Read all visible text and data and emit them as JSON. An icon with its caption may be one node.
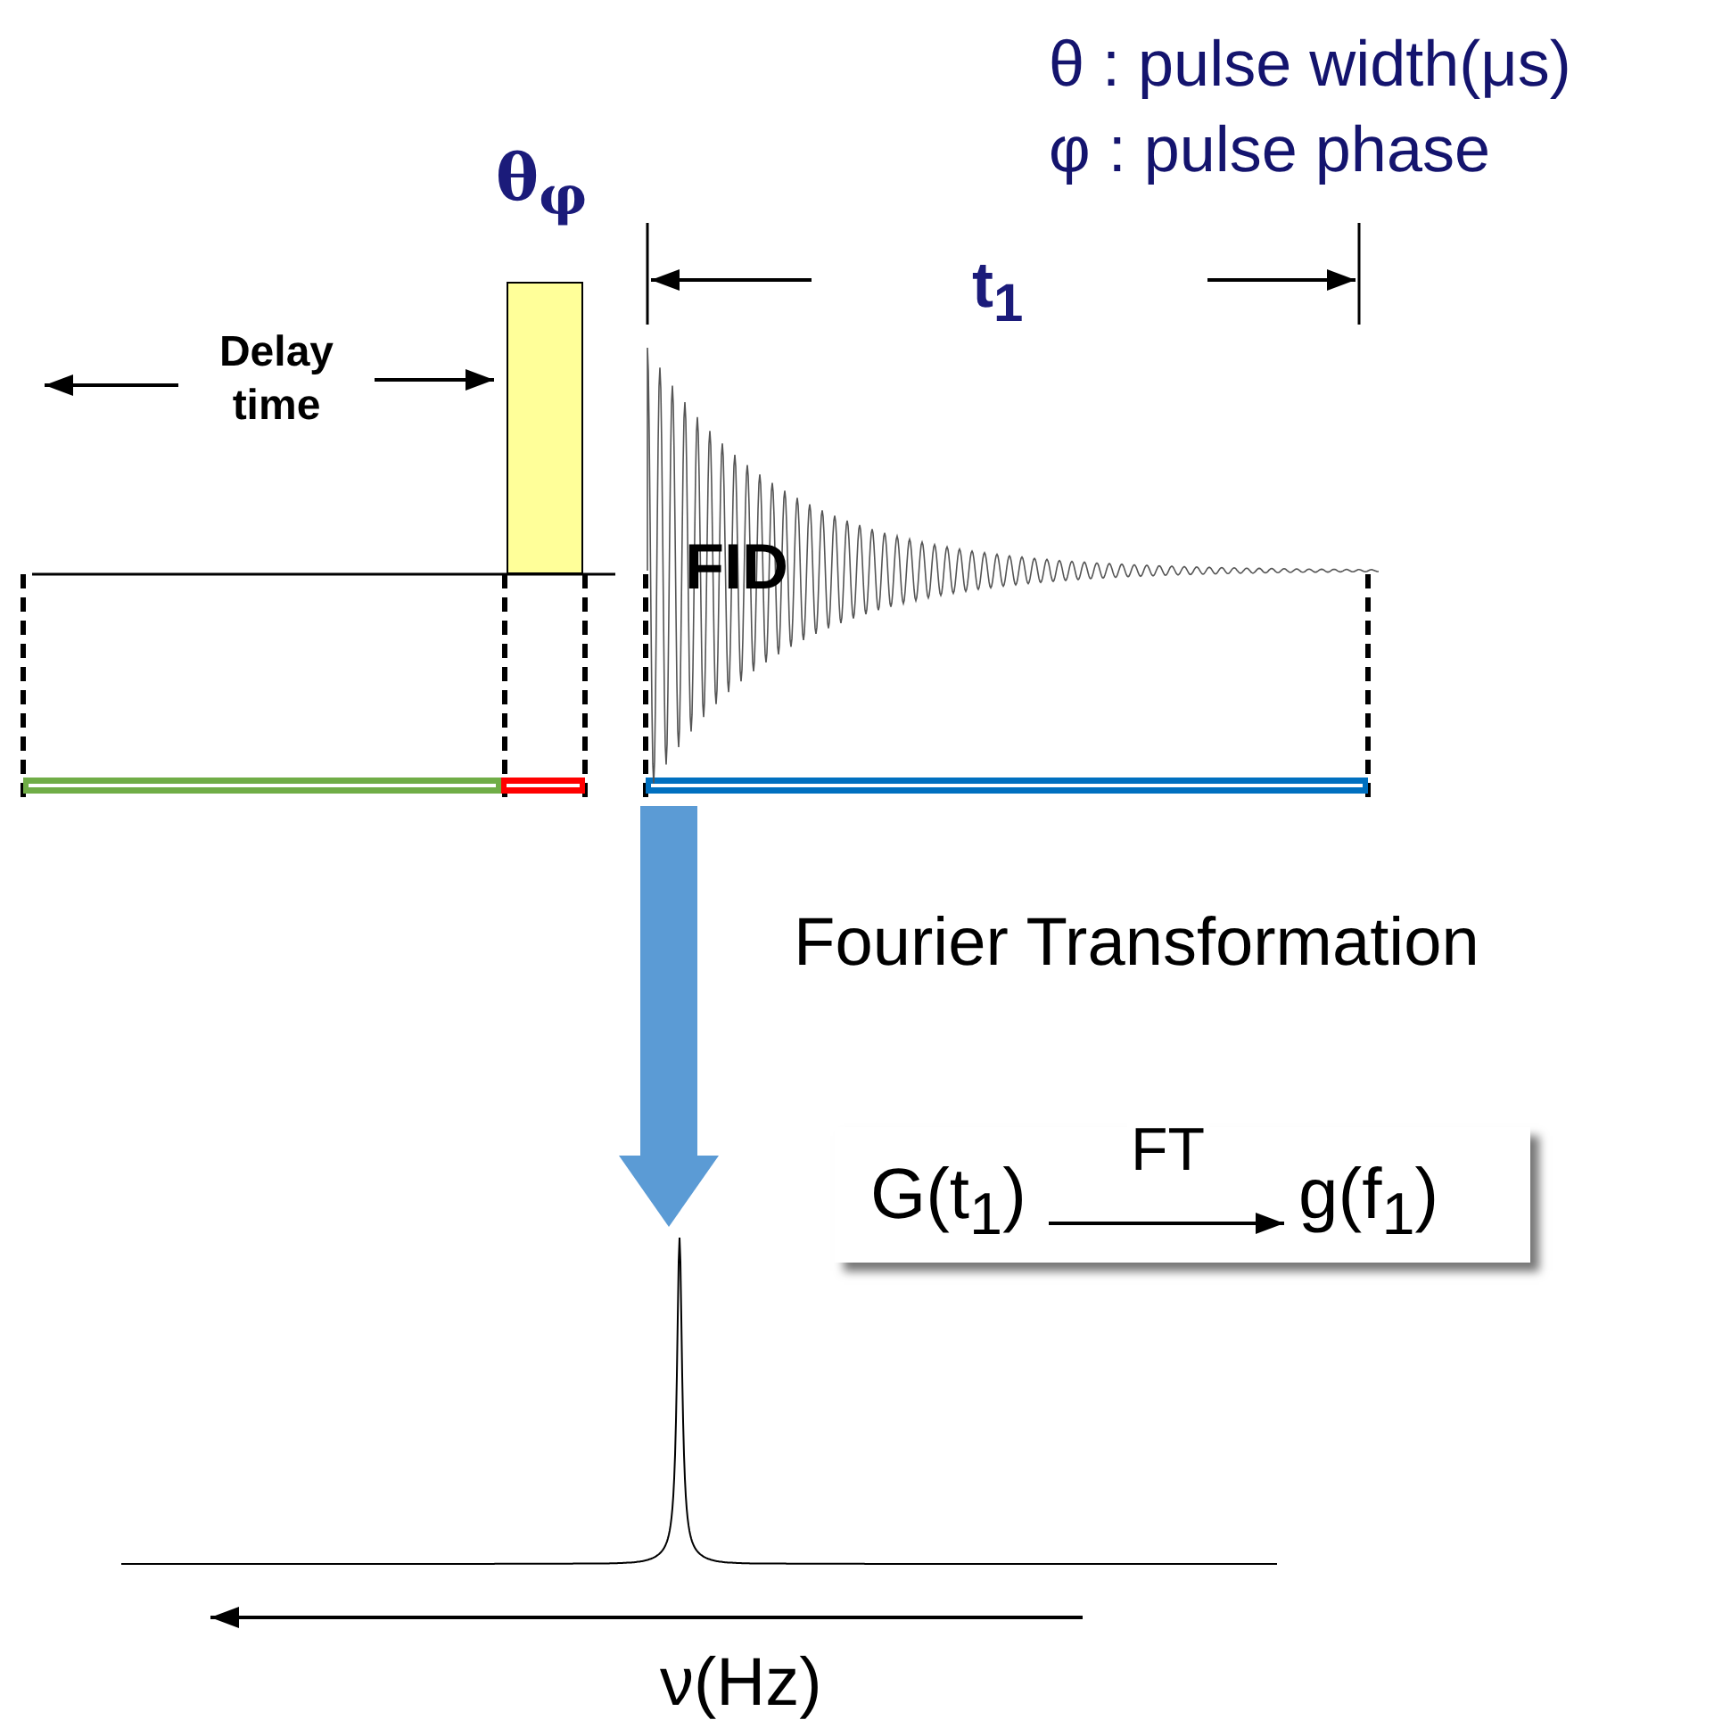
{
  "diagram": {
    "nodes": [
      {
        "text": [],
        "shape": "box",
        "beside": [
          "θ$_{φ}$"
        ]
      },
      {
        "text": [
          "FID"
        ],
        "beside": [
          "t$_{1}$"
        ]
      },
      {
        "text": [],
        "shape": "picture"
      },
      {
        "text": [],
        "shape": "box"
      },
      {
        "text": [
          "G(t$_{1}$)"
        ],
        "in": 3
      },
      {
        "text": [
          "g(f$_{1}$)"
        ],
        "in": 3
      }
    ],
    "edges": [
      {
        "from": 1,
        "to": 2,
        "arrow": "to",
        "label": "Fourier Transformation",
        "style": "thick",
        "color": "#5b9bd5"
      },
      {
        "from": 4,
        "to": 5,
        "arrow": "to",
        "label": "FT",
        "color": "#000000"
      }
    ],
    "labels": [
      "θ  : pulse width(μs)",
      "φ  : pulse phase",
      "Delay time",
      "ν(Hz)"
    ]
  }
}
